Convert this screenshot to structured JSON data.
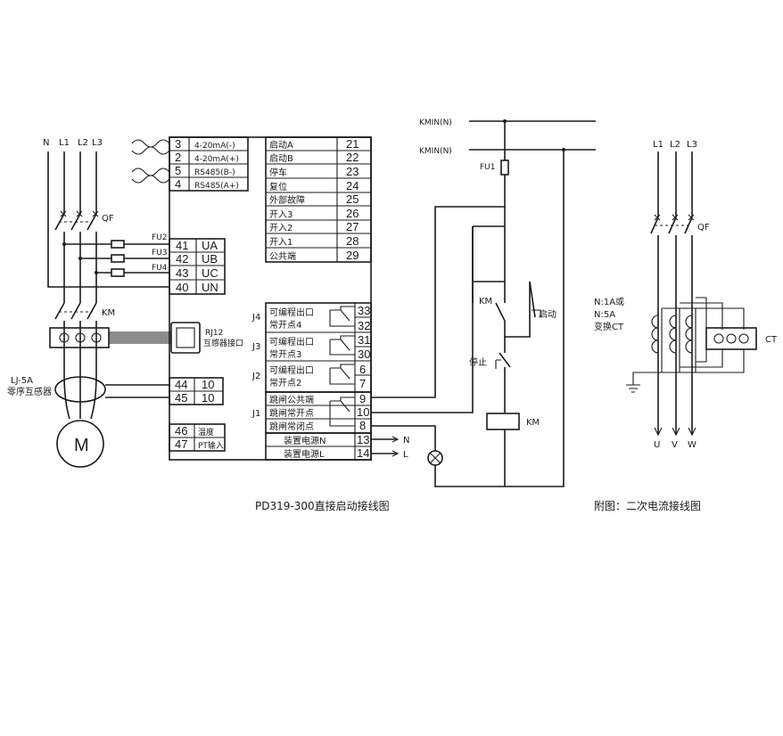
{
  "main": {
    "caption": "PD319-300直接启动接线图",
    "phases_main": [
      "N",
      "L1",
      "L2",
      "L3"
    ],
    "qf": "QF",
    "km": "KM",
    "fuses": [
      "FU2",
      "FU3",
      "FU4"
    ],
    "motor": "M",
    "lj_title": "LJ-5A",
    "lj_sub": "零序互感器",
    "rj_title": "RJ12",
    "rj_sub": "互感器接口",
    "left_terms": [
      {
        "n": "3",
        "label": "4-20mA(-)"
      },
      {
        "n": "2",
        "label": "4-20mA(+)"
      },
      {
        "n": "5",
        "label": "RS485(B-)"
      },
      {
        "n": "4",
        "label": "RS485(A+)"
      }
    ],
    "volt_terms": [
      {
        "n": "41",
        "label": "UA"
      },
      {
        "n": "42",
        "label": "UB"
      },
      {
        "n": "43",
        "label": "UC"
      },
      {
        "n": "40",
        "label": "UN"
      }
    ],
    "ct_terms": [
      {
        "n": "44",
        "label": "10"
      },
      {
        "n": "45",
        "label": "10"
      }
    ],
    "pt_terms": [
      {
        "n": "46",
        "label": "温度"
      },
      {
        "n": "47",
        "label": "PT输入"
      }
    ],
    "right_terms": [
      {
        "n": "21",
        "label": "启动A"
      },
      {
        "n": "22",
        "label": "启动B"
      },
      {
        "n": "23",
        "label": "停车"
      },
      {
        "n": "24",
        "label": "复位"
      },
      {
        "n": "25",
        "label": "外部故障"
      },
      {
        "n": "26",
        "label": "开入3"
      },
      {
        "n": "27",
        "label": "开入2"
      },
      {
        "n": "28",
        "label": "开入1"
      },
      {
        "n": "29",
        "label": "公共端"
      }
    ],
    "relays": [
      {
        "id": "J4",
        "l1": "可编程出口",
        "l2": "常开点4",
        "t1": "33",
        "t2": "32"
      },
      {
        "id": "J3",
        "l1": "可编程出口",
        "l2": "常开点3",
        "t1": "31",
        "t2": "30"
      },
      {
        "id": "J2",
        "l1": "可编程出口",
        "l2": "常开点2",
        "t1": "6",
        "t2": "7"
      }
    ],
    "j1": {
      "id": "J1",
      "rows": [
        {
          "n": "9",
          "label": "跳闸公共端"
        },
        {
          "n": "10",
          "label": "跳闸常开点"
        },
        {
          "n": "8",
          "label": "跳闸常闭点"
        }
      ]
    },
    "power": [
      {
        "n": "13",
        "label": "装置电源N",
        "tag": "N"
      },
      {
        "n": "14",
        "label": "装置电源L",
        "tag": "L"
      }
    ],
    "ctrl": {
      "kmin1": "KMIN(N)",
      "kmin2": "KMIN(N)",
      "fu1": "FU1",
      "km_contact": "KM",
      "start": "启动",
      "stop": "停止",
      "coil": "KM"
    }
  },
  "aux": {
    "caption": "附图：二次电流接线图",
    "phases": [
      "L1",
      "L2",
      "L3"
    ],
    "qf": "QF",
    "note1": "N:1A或",
    "note2": "N:5A",
    "note3": "变换CT",
    "ct": "CT",
    "outs": [
      "U",
      "V",
      "W"
    ]
  }
}
